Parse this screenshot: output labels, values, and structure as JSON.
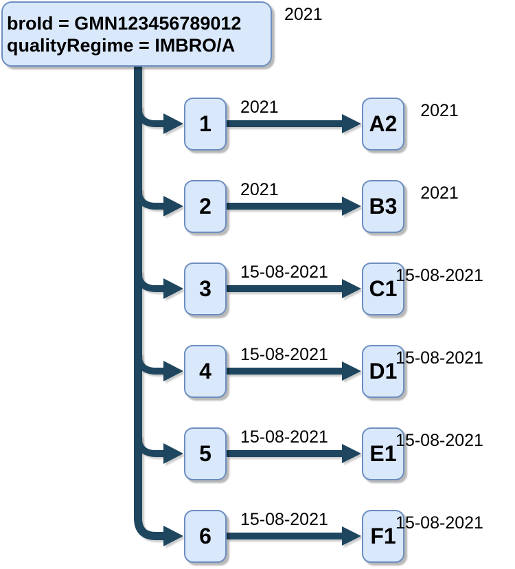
{
  "diagram": {
    "root": {
      "line1": "broId = GMN123456789012",
      "line2": "qualityRegime = IMBRO/A",
      "year_label": "2021"
    },
    "rows": [
      {
        "source": "1",
        "edge_label": "2021",
        "target": "A2",
        "right_label": "2021"
      },
      {
        "source": "2",
        "edge_label": "2021",
        "target": "B3",
        "right_label": "2021"
      },
      {
        "source": "3",
        "edge_label": "15-08-2021",
        "target": "C1",
        "right_label": "15-08-2021"
      },
      {
        "source": "4",
        "edge_label": "15-08-2021",
        "target": "D1",
        "right_label": "15-08-2021"
      },
      {
        "source": "5",
        "edge_label": "15-08-2021",
        "target": "E1",
        "right_label": "15-08-2021"
      },
      {
        "source": "6",
        "edge_label": "15-08-2021",
        "target": "F1",
        "right_label": "15-08-2021"
      }
    ],
    "colors": {
      "node_fill": "#dae8fc",
      "node_border": "#6c8ebf",
      "edge": "#1e465f",
      "text": "#000000",
      "background": "#ffffff"
    }
  }
}
